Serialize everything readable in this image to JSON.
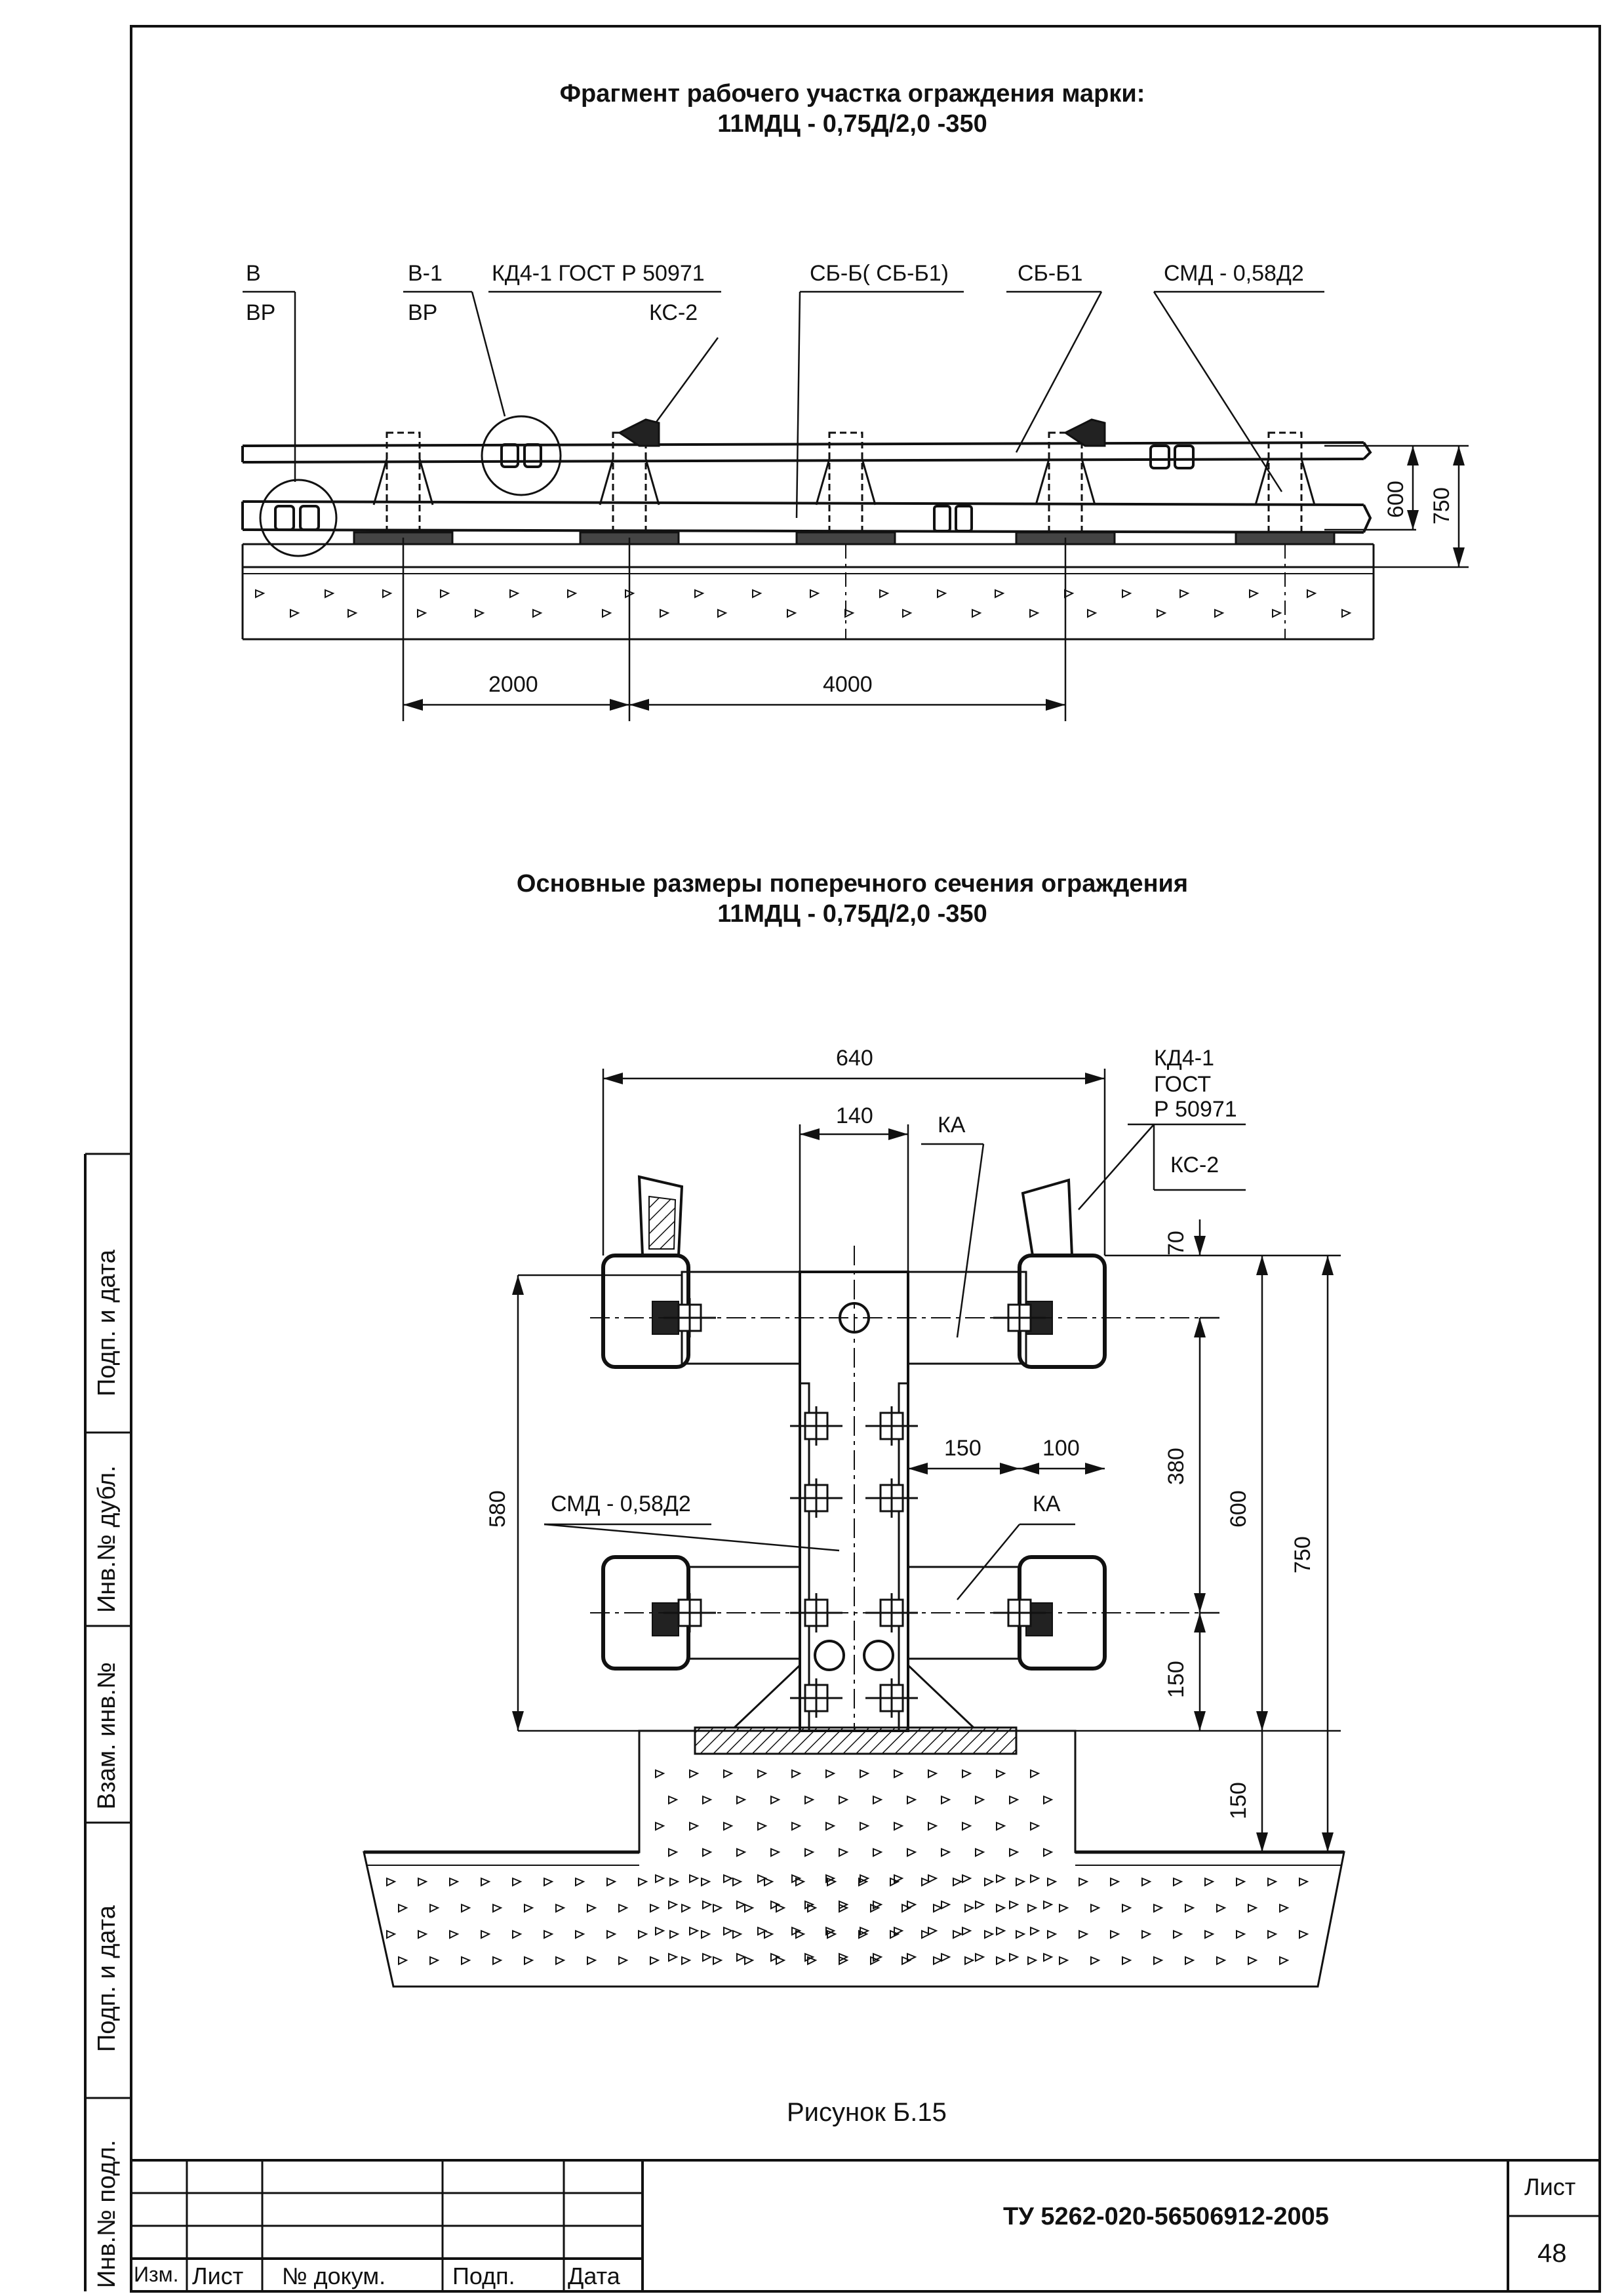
{
  "titles": {
    "top_line1": "Фрагмент рабочего участка ограждения марки:",
    "top_line2": "11МДЦ - 0,75Д/2,0 -350",
    "section_line1": "Основные размеры поперечного сечения ограждения",
    "section_line2": "11МДЦ - 0,75Д/2,0 -350"
  },
  "elevation_labels": {
    "b": "В",
    "b1": "В-1",
    "bp1": "ВР",
    "bp2": "ВР",
    "kd": "КД4-1 ГОСТ Р 50971",
    "ks": "КС-2",
    "sbb": "СБ-Б( СБ-Б1)",
    "sbb1": "СБ-Б1",
    "smd": "СМД - 0,58Д2"
  },
  "elevation_dims": {
    "d2000": "2000",
    "d4000": "4000",
    "d600": "600",
    "d750": "750"
  },
  "section_labels": {
    "kd_line1": "КД4-1",
    "kd_line2": "ГОСТ",
    "kd_line3": "Р 50971",
    "ks": "КС-2",
    "ka_top": "КА",
    "ka_bottom": "КА",
    "smd": "СМД - 0,58Д2"
  },
  "section_dims": {
    "d640": "640",
    "d140": "140",
    "d70": "70",
    "d150a": "150",
    "d100": "100",
    "d380": "380",
    "d600": "600",
    "d750": "750",
    "d580": "580",
    "d150b": "150",
    "d150c": "150"
  },
  "caption": "Рисунок Б.15",
  "side_strip": {
    "s1": "Подп. и дата",
    "s2": "Инв.№ дубл.",
    "s3": "Взам. инв.№",
    "s4": "Подп. и дата",
    "s5": "Инв.№ подл."
  },
  "title_block": {
    "izm": "Изм.",
    "list": "Лист",
    "nodok": "№ докум.",
    "podp": "Подп.",
    "data": "Дата",
    "doc_code": "ТУ 5262-020-56506912-2005",
    "sheet_label": "Лист",
    "sheet_number": "48"
  }
}
